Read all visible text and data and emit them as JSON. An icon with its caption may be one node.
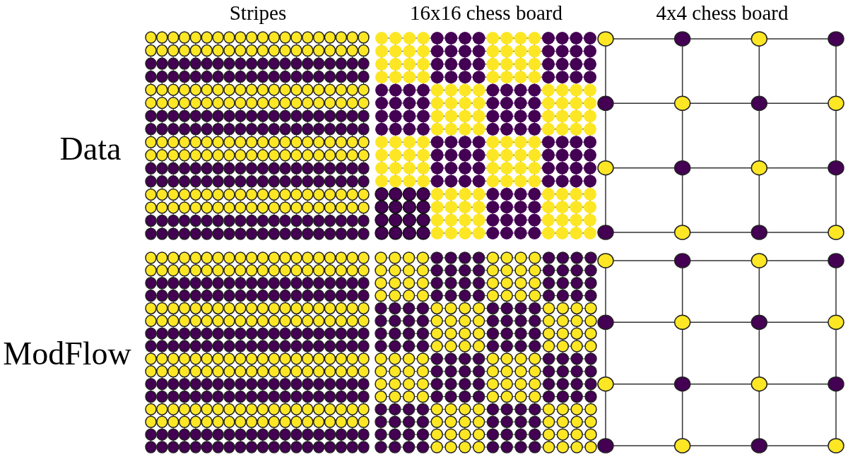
{
  "diagram": {
    "labels": [
      "Stripes",
      "16x16 chess board",
      "4x4 chess board",
      "Data",
      "ModFlow"
    ]
  }
}
